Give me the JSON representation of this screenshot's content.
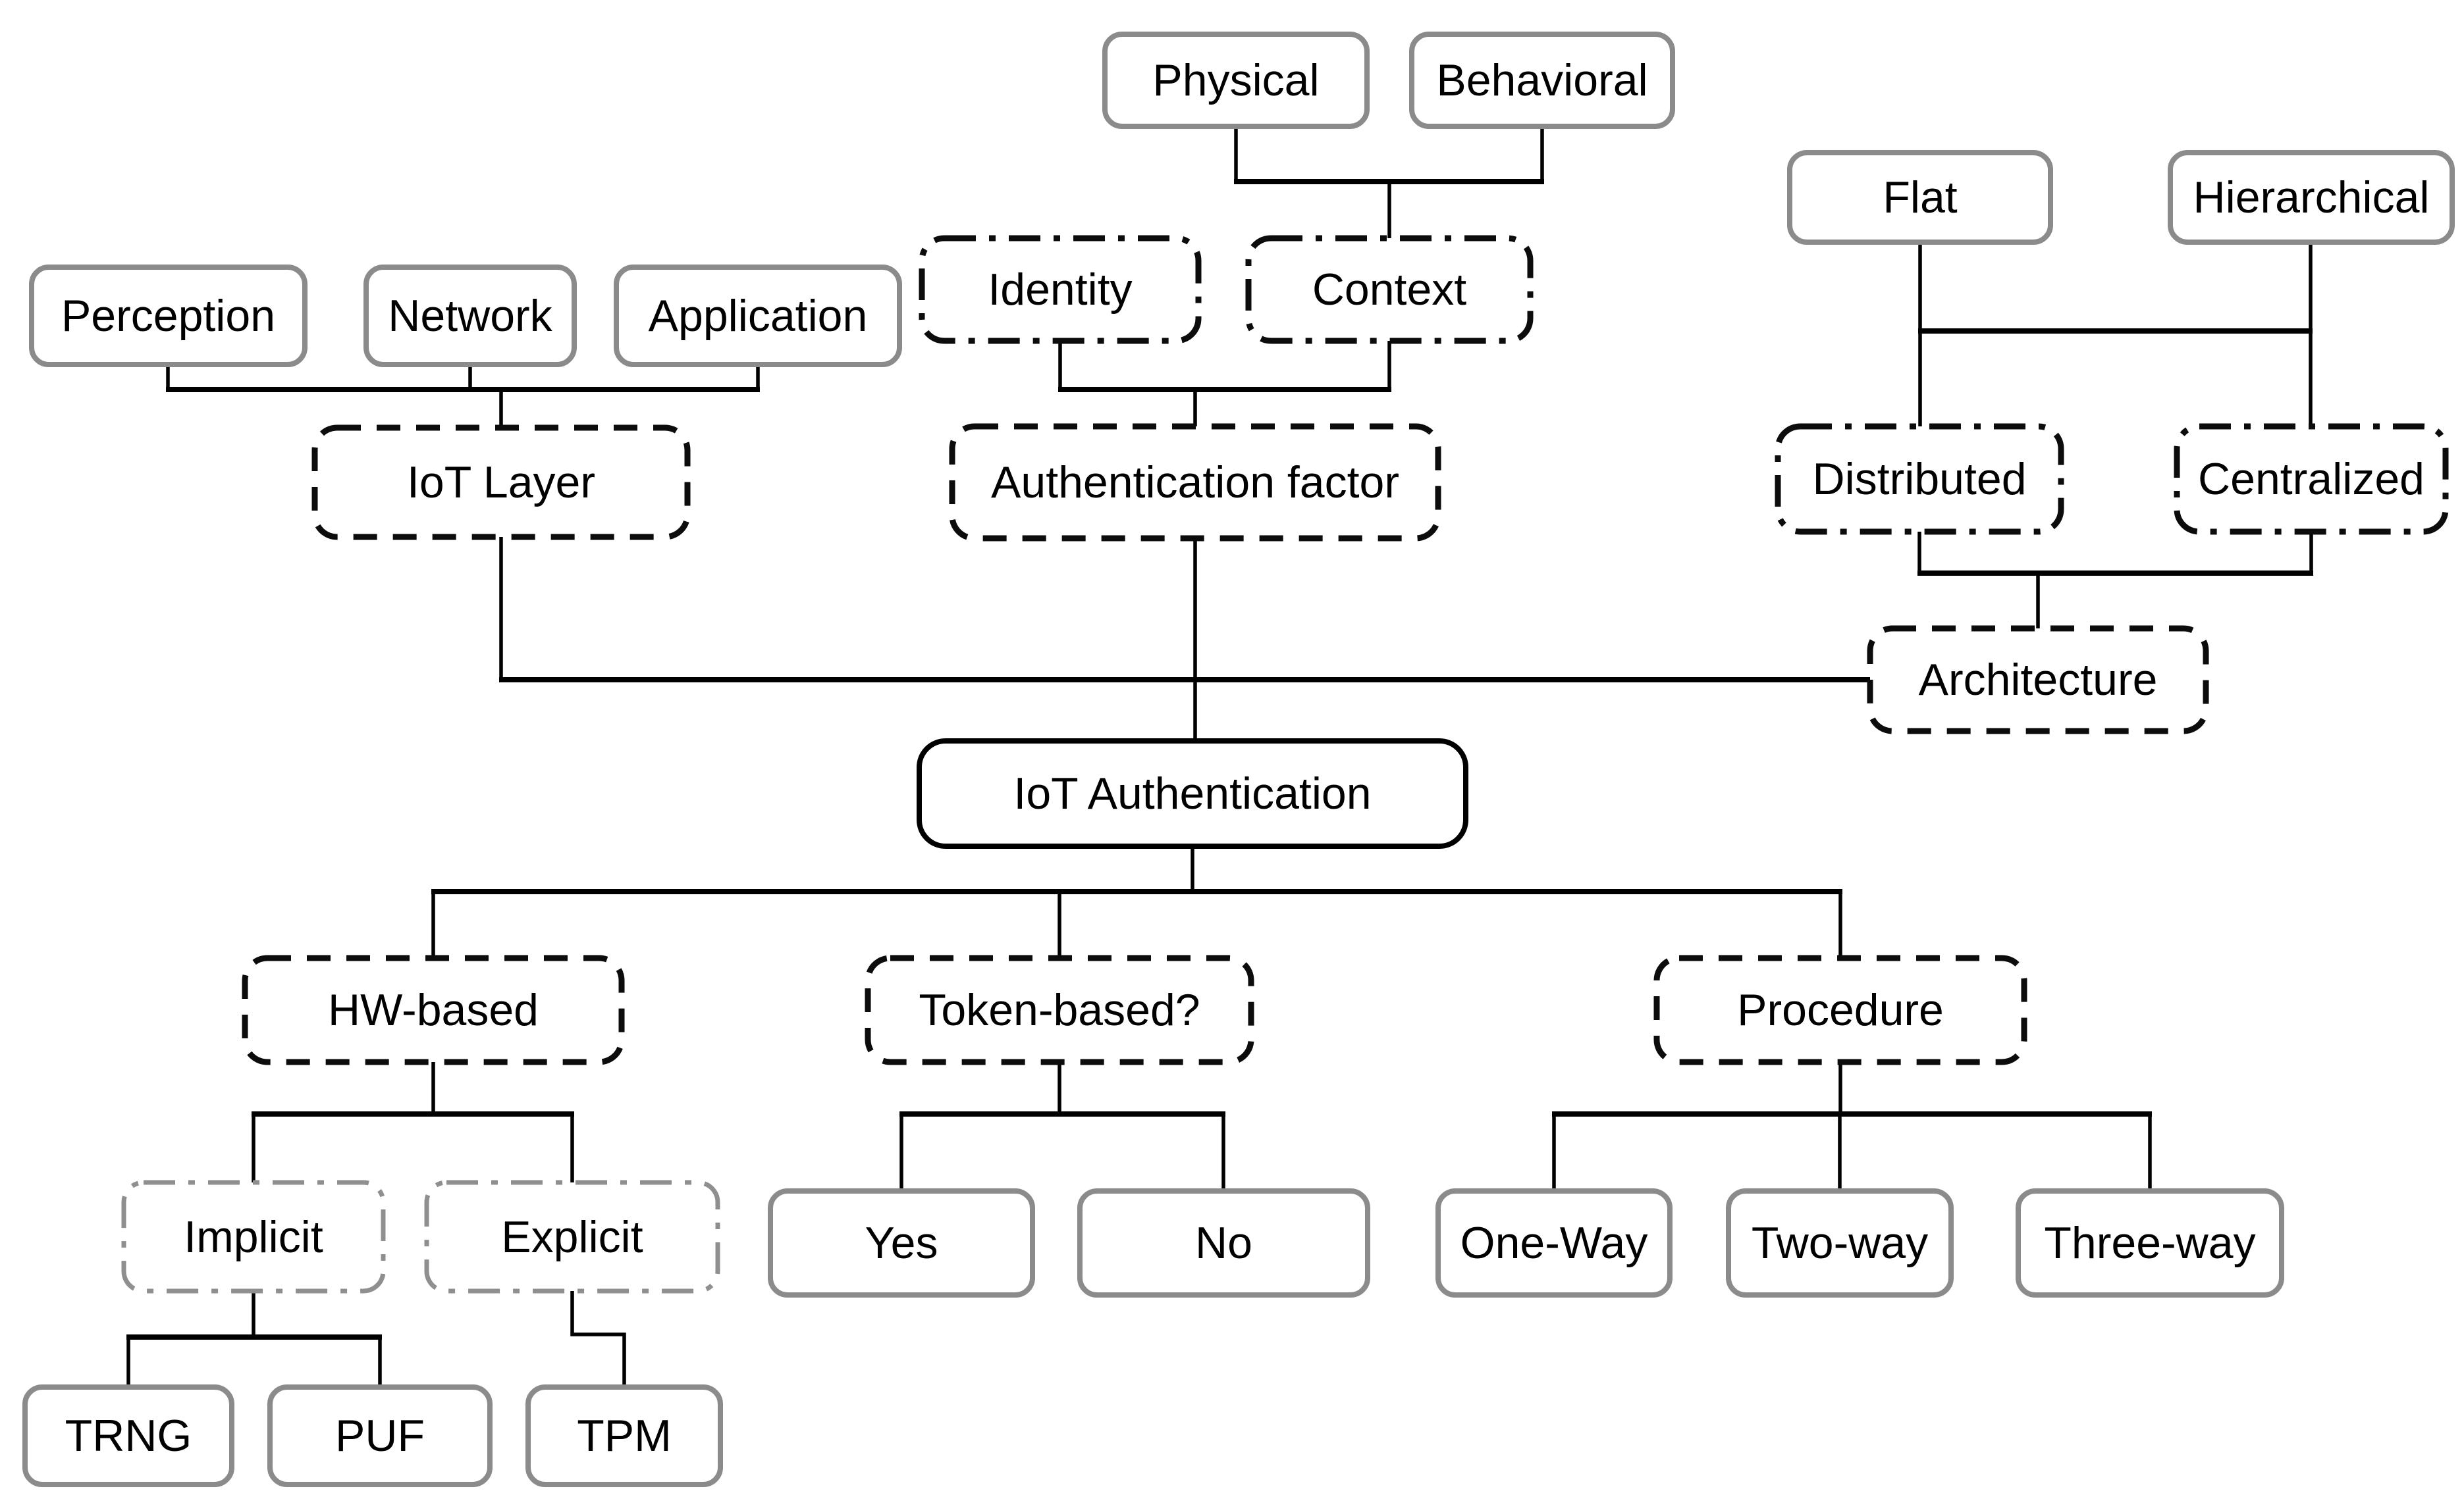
{
  "diagram": {
    "type": "taxonomy-tree",
    "subject": "IoT Authentication",
    "colors": {
      "background": "#ffffff",
      "line": "#000000",
      "solid_box_border_gray": "#8b8b8b",
      "dashed_box_border_black": "#0c0c0c",
      "dashdot_box_border_gray": "#8f8f8f",
      "text": "#000000"
    },
    "nodes": {
      "physical": {
        "label": "Physical",
        "border": "solid-gray"
      },
      "behavioral": {
        "label": "Behavioral",
        "border": "solid-gray"
      },
      "identity": {
        "label": "Identity",
        "border": "dashdot-black"
      },
      "context": {
        "label": "Context",
        "border": "dashdot-black"
      },
      "perception": {
        "label": "Perception",
        "border": "solid-gray"
      },
      "network": {
        "label": "Network",
        "border": "solid-gray"
      },
      "application": {
        "label": "Application",
        "border": "solid-gray"
      },
      "iot_layer": {
        "label": "IoT Layer",
        "border": "dashed-black"
      },
      "authentication_factor": {
        "label": "Authentication factor",
        "border": "dashed-black"
      },
      "flat": {
        "label": "Flat",
        "border": "solid-gray"
      },
      "hierarchical": {
        "label": "Hierarchical",
        "border": "solid-gray"
      },
      "distributed": {
        "label": "Distributed",
        "border": "dashdot-black"
      },
      "centralized": {
        "label": "Centralized",
        "border": "dashdot-black"
      },
      "architecture": {
        "label": "Architecture",
        "border": "dashed-black"
      },
      "iot_authentication": {
        "label": "IoT Authentication",
        "border": "solid-black"
      },
      "hw_based": {
        "label": "HW-based",
        "border": "dashed-black"
      },
      "token_based": {
        "label": "Token-based?",
        "border": "dashed-black"
      },
      "procedure": {
        "label": "Procedure",
        "border": "dashed-black"
      },
      "implicit": {
        "label": "Implicit",
        "border": "dashdot-gray"
      },
      "explicit": {
        "label": "Explicit",
        "border": "dashdot-gray"
      },
      "yes": {
        "label": "Yes",
        "border": "solid-gray"
      },
      "no": {
        "label": "No",
        "border": "solid-gray"
      },
      "one_way": {
        "label": "One-Way",
        "border": "solid-gray"
      },
      "two_way": {
        "label": "Two-way",
        "border": "solid-gray"
      },
      "three_way": {
        "label": "Three-way",
        "border": "solid-gray"
      },
      "trng": {
        "label": "TRNG",
        "border": "solid-gray"
      },
      "puf": {
        "label": "PUF",
        "border": "solid-gray"
      },
      "tpm": {
        "label": "TPM",
        "border": "solid-gray"
      }
    },
    "edges": [
      [
        "physical",
        "context"
      ],
      [
        "behavioral",
        "context"
      ],
      [
        "identity",
        "authentication_factor"
      ],
      [
        "context",
        "authentication_factor"
      ],
      [
        "perception",
        "iot_layer"
      ],
      [
        "network",
        "iot_layer"
      ],
      [
        "application",
        "iot_layer"
      ],
      [
        "flat",
        "distributed"
      ],
      [
        "hierarchical",
        "centralized"
      ],
      [
        "distributed",
        "architecture"
      ],
      [
        "centralized",
        "architecture"
      ],
      [
        "iot_layer",
        "iot_authentication"
      ],
      [
        "authentication_factor",
        "iot_authentication"
      ],
      [
        "architecture",
        "iot_authentication"
      ],
      [
        "iot_authentication",
        "hw_based"
      ],
      [
        "iot_authentication",
        "token_based"
      ],
      [
        "iot_authentication",
        "procedure"
      ],
      [
        "hw_based",
        "implicit"
      ],
      [
        "hw_based",
        "explicit"
      ],
      [
        "implicit",
        "trng"
      ],
      [
        "implicit",
        "puf"
      ],
      [
        "explicit",
        "tpm"
      ],
      [
        "token_based",
        "yes"
      ],
      [
        "token_based",
        "no"
      ],
      [
        "procedure",
        "one_way"
      ],
      [
        "procedure",
        "two_way"
      ],
      [
        "procedure",
        "three_way"
      ]
    ],
    "cross_links": [
      {
        "between": [
          "flat-distributed",
          "hierarchical-centralized"
        ],
        "shape": "horizontal-bar"
      }
    ]
  }
}
